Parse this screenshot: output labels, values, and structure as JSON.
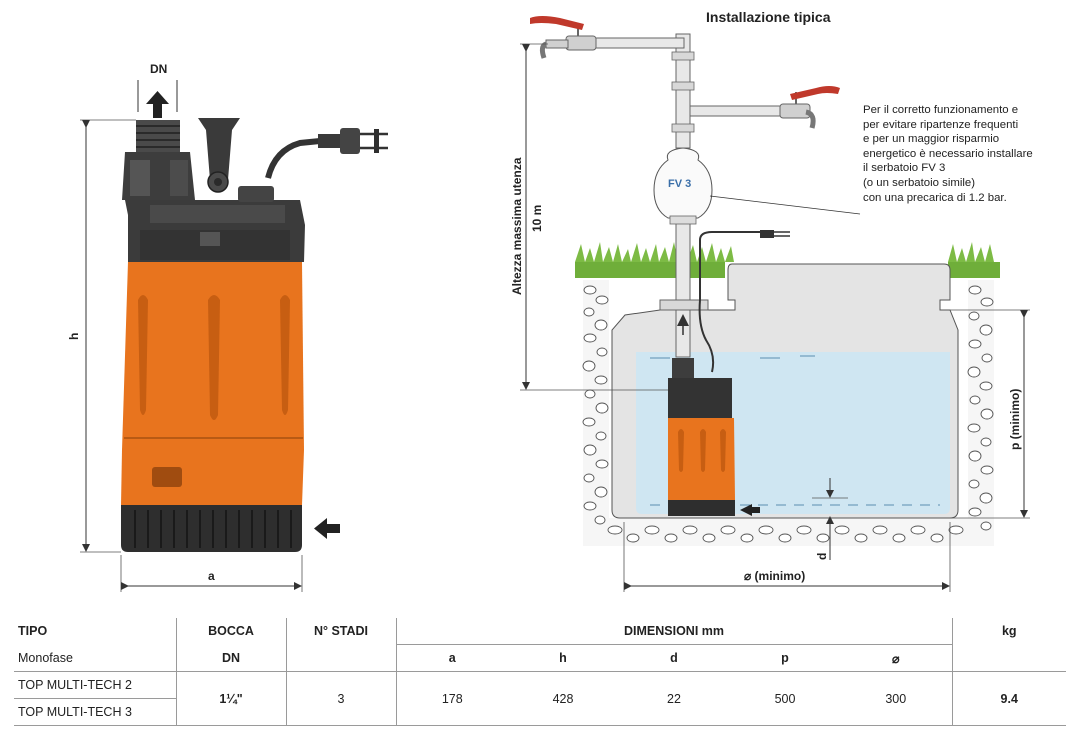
{
  "diagram": {
    "title": "Installazione tipica",
    "labels": {
      "dn": "DN",
      "h": "h",
      "a": "a",
      "altezza": "Altezza massima utenza",
      "altezza_value": "10 m",
      "tank": "FV 3",
      "p": "p (minimo)",
      "d": "d",
      "diameter": "⌀ (minimo)"
    },
    "note_lines": [
      "Per il corretto funzionamento e",
      "per evitare ripartenze frequenti",
      "e per un maggior risparmio",
      "energetico è necessario installare",
      "il serbatoio FV 3",
      "(o un serbatoio simile)",
      "con una precarica di 1.2 bar."
    ],
    "colors": {
      "pump_orange": "#e8741e",
      "pump_dark": "#3a3a3a",
      "water": "#cfe6f2",
      "grass": "#6fae3a",
      "handle_red": "#c0392b"
    }
  },
  "table": {
    "headers": {
      "tipo": "TIPO",
      "monofase": "Monofase",
      "bocca": "BOCCA",
      "dn": "DN",
      "stadi": "N° STADI",
      "dimensioni": "DIMENSIONI mm",
      "kg": "kg",
      "a": "a",
      "h": "h",
      "d": "d",
      "p": "p",
      "diam": "⌀"
    },
    "models": [
      "TOP MULTI-TECH 2",
      "TOP MULTI-TECH 3"
    ],
    "bocca": "1¼\"",
    "stadi": "3",
    "a": "178",
    "h": "428",
    "d": "22",
    "p": "500",
    "diam": "300",
    "kg": "9.4"
  }
}
